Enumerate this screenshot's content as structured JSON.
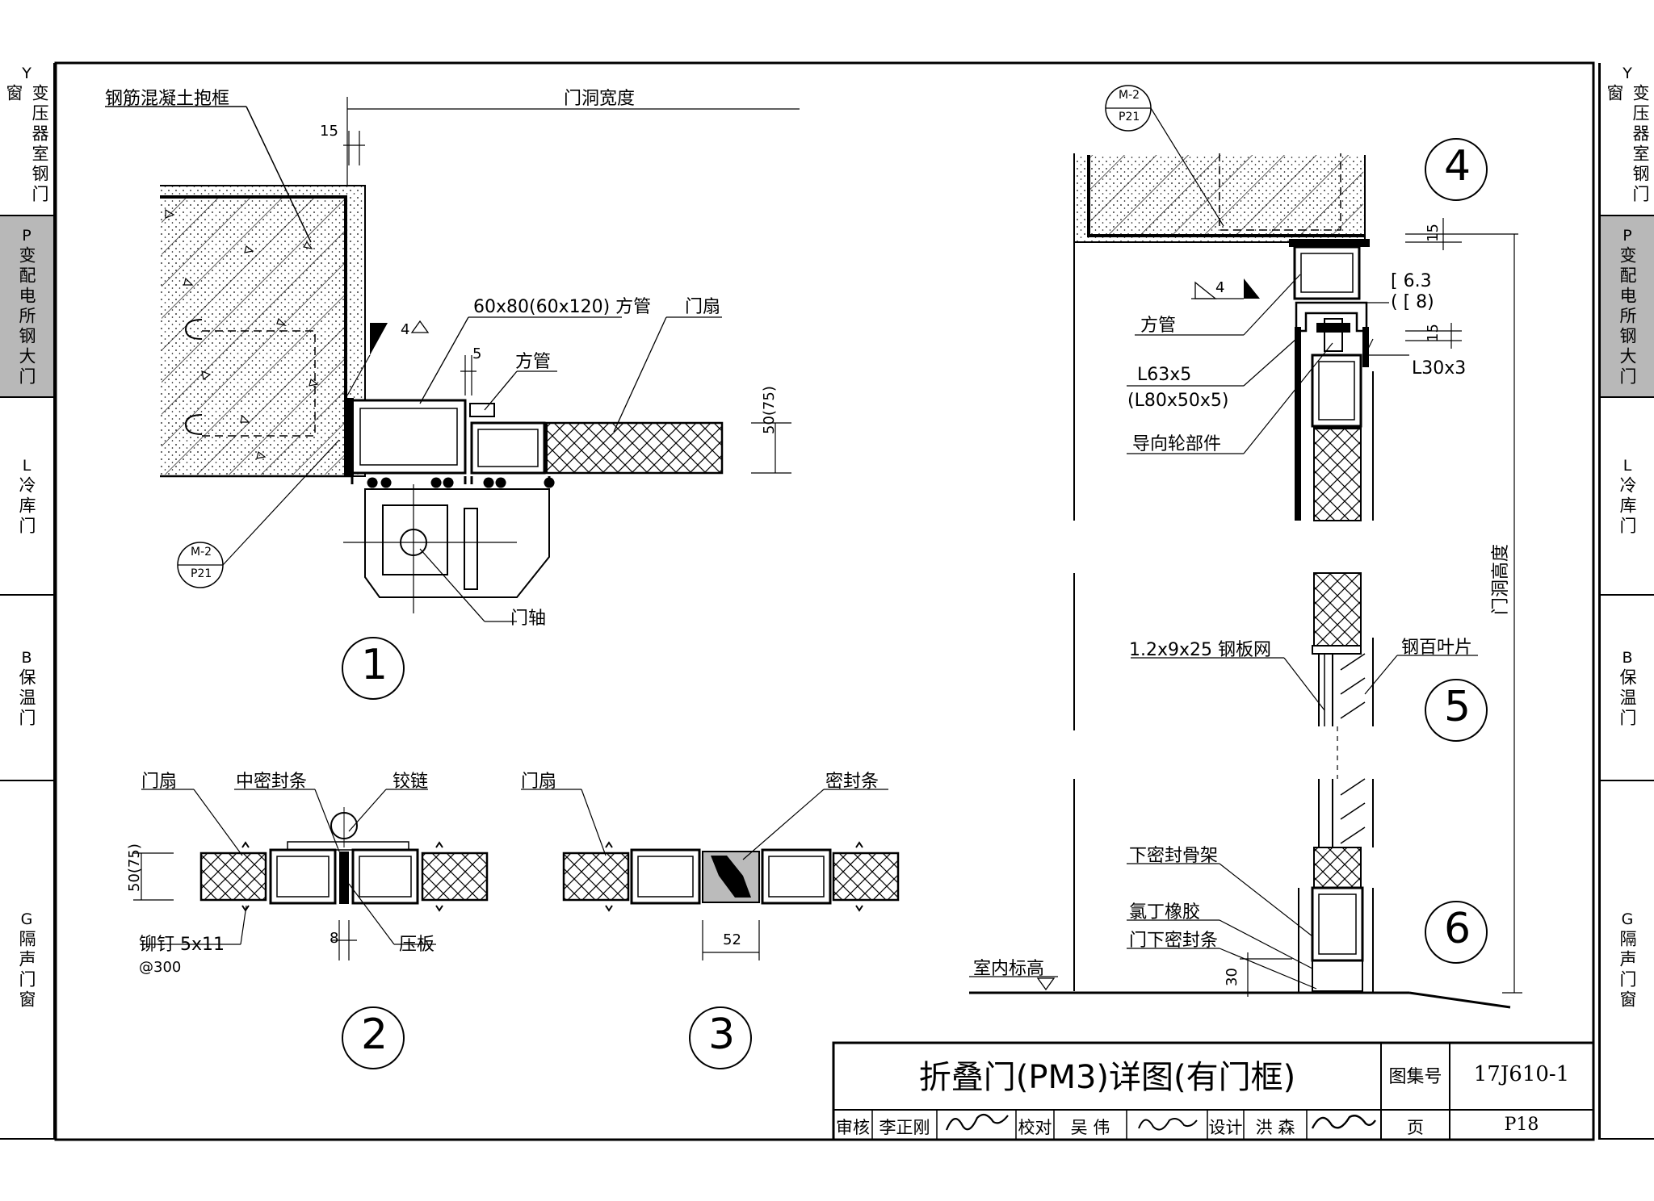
{
  "side_tabs": [
    {
      "code": "Y",
      "text": "变压器室钢门窗",
      "active": false
    },
    {
      "code": "P",
      "text": "变配电所钢大门",
      "active": true
    },
    {
      "code": "L",
      "text": "冷库门",
      "active": false
    },
    {
      "code": "B",
      "text": "保温门",
      "active": false
    },
    {
      "code": "G",
      "text": "隔声门窗",
      "active": false
    }
  ],
  "detail1": {
    "frame_label": "钢筋混凝土抱框",
    "opening_width": "门洞宽度",
    "dim_15": "15",
    "square_tube_big": "60x80(60x120) 方管",
    "square_tube_small": "方管",
    "door_leaf": "门扇",
    "dim_5": "5",
    "weld": "4",
    "dim_thickness": "50(75)",
    "door_axis": "门轴",
    "ref_top": "M-2",
    "ref_bottom": "P21",
    "number": "1"
  },
  "detail2": {
    "door_leaf": "门扇",
    "center_seal": "中密封条",
    "hinge": "铰链",
    "dim_thickness": "50(75)",
    "rivet": "铆钉 5x11",
    "rivet_spacing": "@300",
    "dim_8": "8",
    "press_plate": "压板",
    "number": "2"
  },
  "detail3": {
    "door_leaf": "门扇",
    "seal": "密封条",
    "dim_52": "52",
    "number": "3"
  },
  "detail4": {
    "ref_top": "M-2",
    "ref_bottom": "P21",
    "weld": "4",
    "square_tube": "方管",
    "channel": "[ 6.3",
    "channel_alt": "( [ 8)",
    "angle1": "L63x5",
    "angle1_alt": "(L80x50x5)",
    "guide": "导向轮部件",
    "angle2": "L30x3",
    "dim_15a": "15",
    "dim_15b": "15",
    "number": "4"
  },
  "detail5": {
    "mesh": "1.2x9x25 钢板网",
    "louver": "钢百叶片",
    "opening_height": "门洞高度",
    "number": "5"
  },
  "detail6": {
    "bottom_frame": "下密封骨架",
    "neoprene": "氯丁橡胶",
    "bottom_seal": "门下密封条",
    "floor_level": "室内标高",
    "dim_30": "30",
    "number": "6"
  },
  "title_block": {
    "title": "折叠门(PM3)详图(有门框)",
    "atlas_label": "图集号",
    "atlas_no": "17J610-1",
    "review_label": "审核",
    "reviewer": "李正刚",
    "check_label": "校对",
    "checker": "吴 伟",
    "design_label": "设计",
    "designer": "洪 森",
    "page_label": "页",
    "page_no": "P18"
  }
}
